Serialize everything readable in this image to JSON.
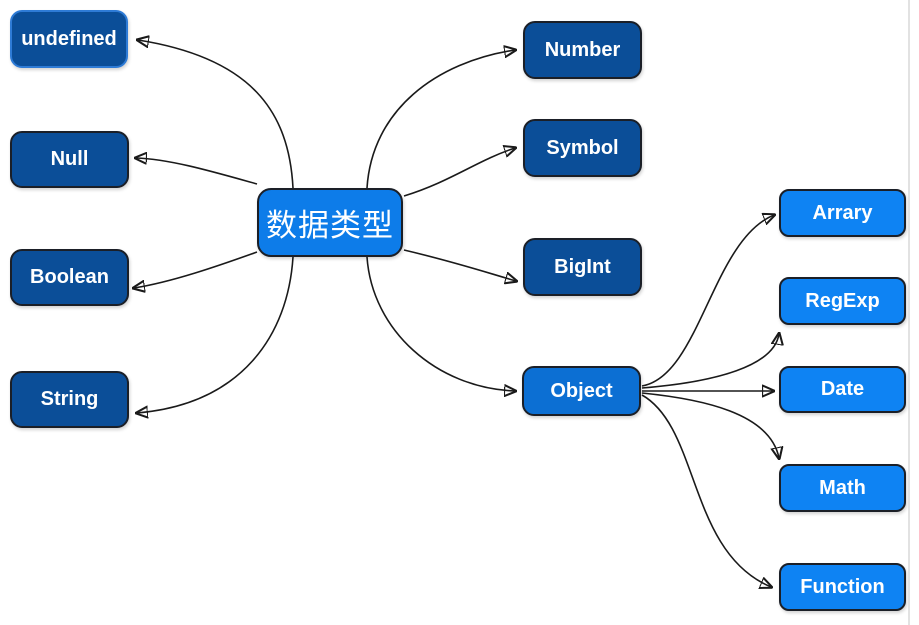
{
  "diagram": {
    "root": {
      "label": "数据类型"
    },
    "nodes": {
      "undefined": {
        "label": "undefined"
      },
      "null": {
        "label": "Null"
      },
      "boolean": {
        "label": "Boolean"
      },
      "string": {
        "label": "String"
      },
      "number": {
        "label": "Number"
      },
      "symbol": {
        "label": "Symbol"
      },
      "bigint": {
        "label": "BigInt"
      },
      "object": {
        "label": "Object"
      },
      "array": {
        "label": "Arrary"
      },
      "regexp": {
        "label": "RegExp"
      },
      "date": {
        "label": "Date"
      },
      "math": {
        "label": "Math"
      },
      "function": {
        "label": "Function"
      }
    },
    "edges": [
      {
        "from": "数据类型",
        "to": "undefined"
      },
      {
        "from": "数据类型",
        "to": "Null"
      },
      {
        "from": "数据类型",
        "to": "Boolean"
      },
      {
        "from": "数据类型",
        "to": "String"
      },
      {
        "from": "数据类型",
        "to": "Number"
      },
      {
        "from": "数据类型",
        "to": "Symbol"
      },
      {
        "from": "数据类型",
        "to": "BigInt"
      },
      {
        "from": "数据类型",
        "to": "Object"
      },
      {
        "from": "Object",
        "to": "Arrary"
      },
      {
        "from": "Object",
        "to": "RegExp"
      },
      {
        "from": "Object",
        "to": "Date"
      },
      {
        "from": "Object",
        "to": "Math"
      },
      {
        "from": "Object",
        "to": "Function"
      }
    ],
    "selected_node": "undefined",
    "colors": {
      "dark_node_fill": "#0b4e98",
      "root_node_fill": "#0d7ce9",
      "object_node_fill": "#0c6fd3",
      "leaf_node_fill": "#0e83f3",
      "node_border": "#1b1f27",
      "selected_node_border": "#2e7bd6",
      "connector": "#1a1a1a",
      "node_text": "#ffffff",
      "canvas_background": "#ffffff",
      "divider": "#e2e2e2"
    }
  }
}
